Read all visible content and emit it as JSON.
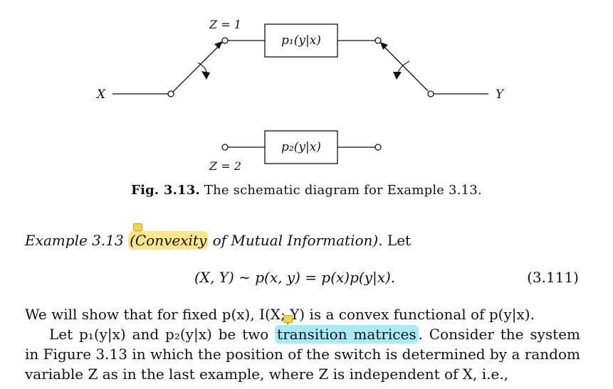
{
  "figure": {
    "x_label": "X",
    "y_label": "Y",
    "z1_label": "Z = 1",
    "z2_label": "Z = 2",
    "box1_label": "p₁(y|x)",
    "box2_label": "p₂(y|x)"
  },
  "caption": {
    "label": "Fig. 3.13.",
    "text": " The schematic diagram for Example 3.13."
  },
  "example": {
    "prefix": "Example 3.13 ",
    "highlight": "(Convexity",
    "rest_italic": " of Mutual Information).",
    "rest": " Let"
  },
  "equation": {
    "text": "(X, Y) ∼ p(x, y) = p(x)p(y|x).",
    "number": "(3.111)"
  },
  "paragraphs": {
    "line1": "We will show that for fixed p(x), I(X; Y) is a convex functional of p(y|x).",
    "line2_pre": "Let p₁(y|x) and p₂(y|x) be two ",
    "line2_highlight": "transition matrices",
    "line2_post": ". Consider the system",
    "line3": "in Figure 3.13 in which the position of the switch is determined by a random",
    "line4": "variable Z as in the last example, where Z is independent of X, i.e.,"
  },
  "colors": {
    "highlight_yellow": "#fde68a",
    "highlight_cyan": "#a6ecf6"
  }
}
